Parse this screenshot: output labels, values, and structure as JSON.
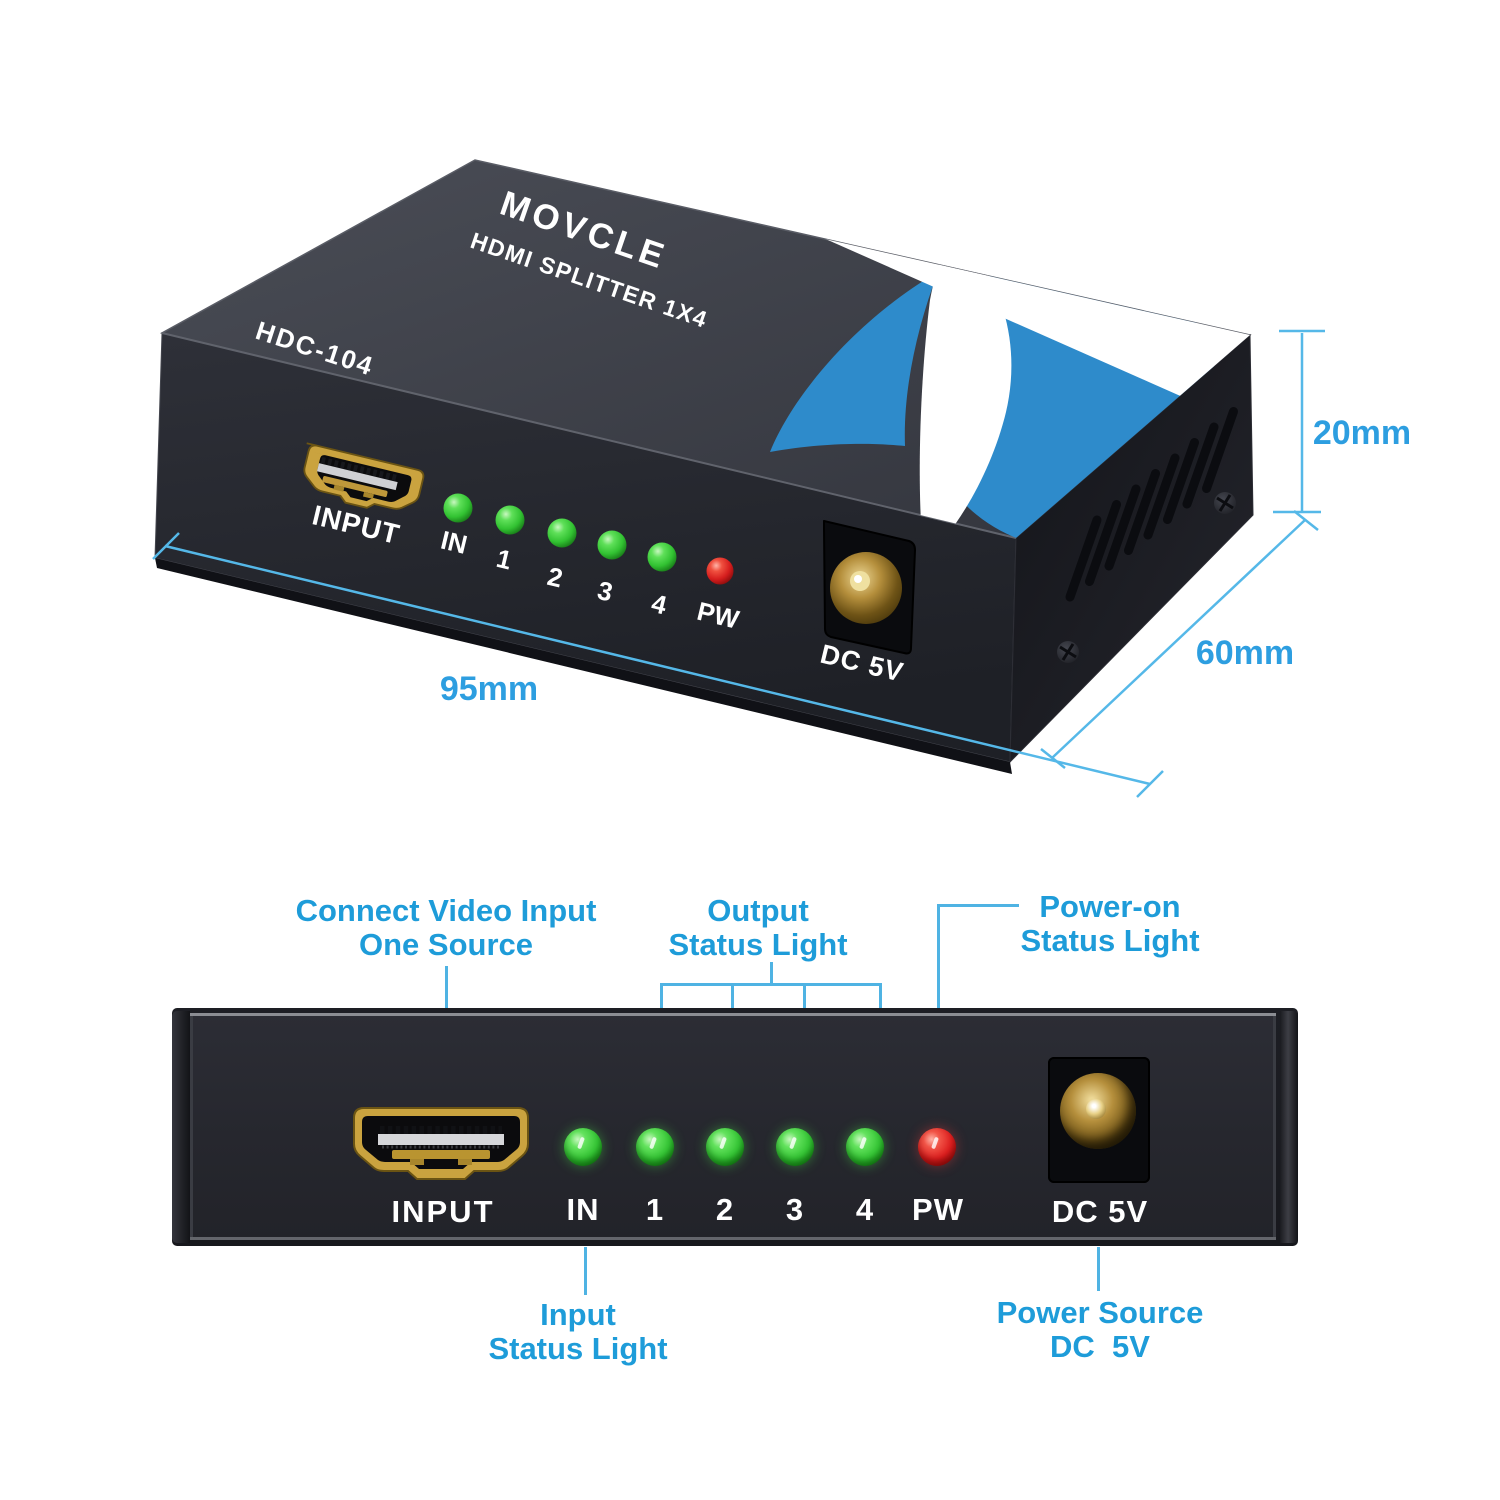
{
  "colors": {
    "callout_text": "#1E9CD9",
    "dimension_text": "#2D9EE0",
    "annotation_line": "#55B8E8",
    "logo_blue": "#2E8BCB",
    "led_green": "#35C535",
    "led_red": "#DD1F1F",
    "gold": "#C9A23F",
    "device_body": "#26272E"
  },
  "top_view": {
    "brand": "MOVCLE",
    "product": "HDMI SPLITTER 1X4",
    "model": "HDC-104",
    "input_label": "INPUT",
    "led_labels": [
      "IN",
      "1",
      "2",
      "3",
      "4",
      "PW"
    ],
    "power_label": "DC 5V",
    "dimensions": {
      "length_label": "95mm",
      "depth_label": "60mm",
      "height_label": "20mm"
    }
  },
  "front_view": {
    "input_label": "INPUT",
    "led_labels": [
      "IN",
      "1",
      "2",
      "3",
      "4",
      "PW"
    ],
    "power_label": "DC 5V"
  },
  "callouts": {
    "video_input": [
      "Connect Video Input",
      "One Source"
    ],
    "output_leds": [
      "Output",
      "Status Light"
    ],
    "power_led": [
      "Power-on",
      "Status Light"
    ],
    "input_led": [
      "Input",
      "Status Light"
    ],
    "power_source": [
      "Power Source",
      "DC  5V"
    ]
  }
}
